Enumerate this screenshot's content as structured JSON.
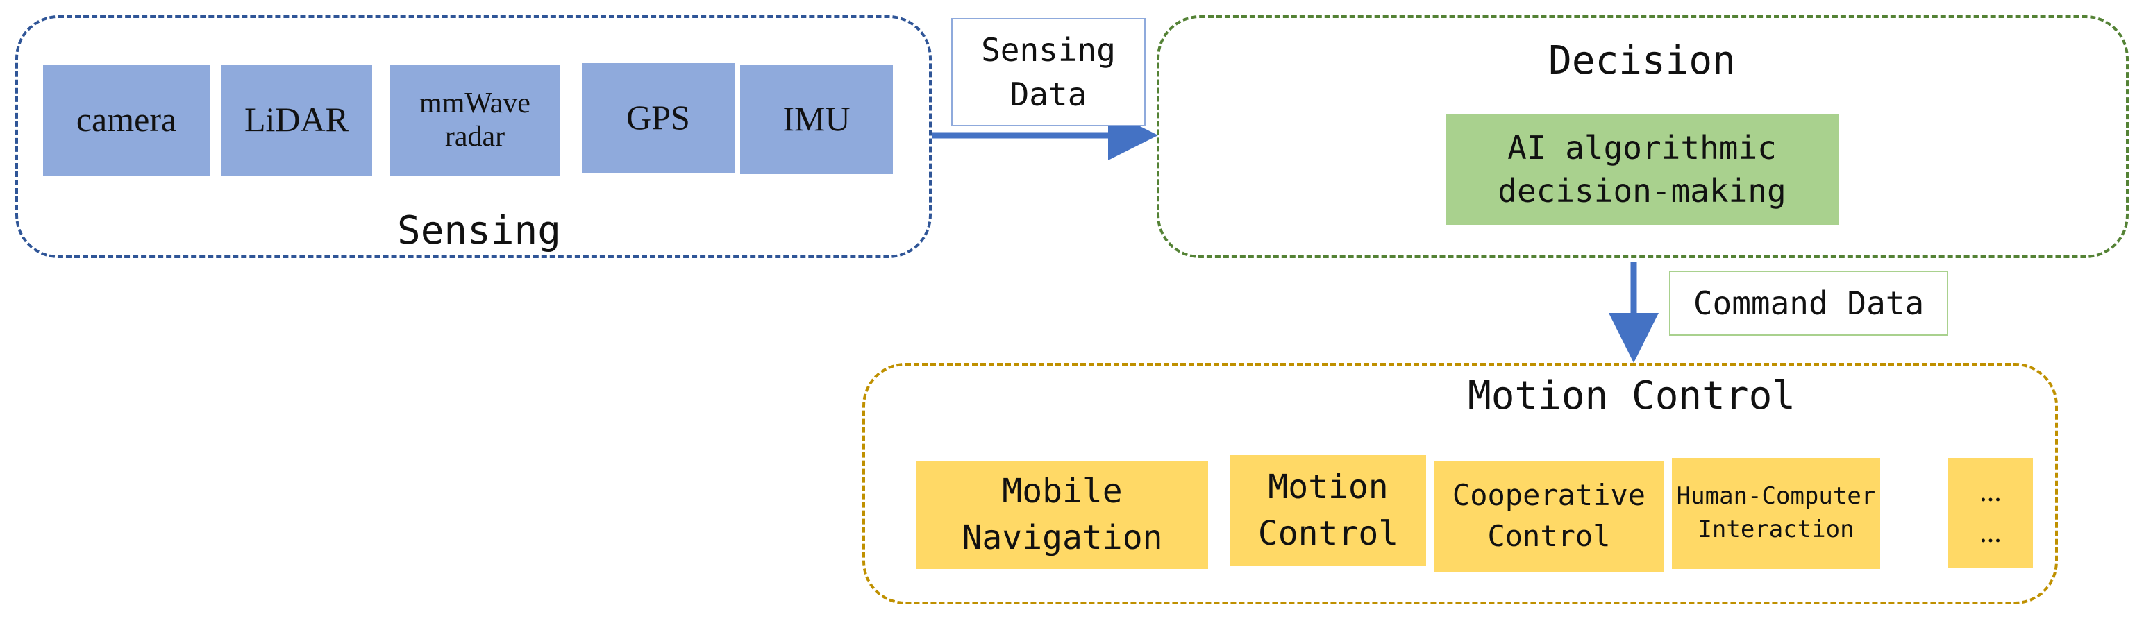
{
  "sensing": {
    "title": "Sensing",
    "sensors": [
      {
        "label": "camera"
      },
      {
        "label": "LiDAR"
      },
      {
        "label": "mmWave\nradar"
      },
      {
        "label": "GPS"
      },
      {
        "label": "IMU"
      }
    ]
  },
  "edge_sensing_data": {
    "label": "Sensing\nData"
  },
  "decision": {
    "title": "Decision",
    "module": "AI algorithmic\ndecision-making"
  },
  "edge_command_data": {
    "label": "Command Data"
  },
  "motion": {
    "title": "Motion Control",
    "items": [
      {
        "label": "Mobile\nNavigation"
      },
      {
        "label": "Motion\nControl"
      },
      {
        "label": "Cooperative\nControl"
      },
      {
        "label": "Human-Computer\nInteraction"
      },
      {
        "label": "...\n..."
      }
    ]
  },
  "colors": {
    "sensing_border": "#2f5597",
    "sensor_fill": "#8faadc",
    "decision_border": "#548235",
    "decision_fill": "#a9d18e",
    "motion_border": "#bf9000",
    "motion_fill": "#ffd966",
    "arrow": "#4472c4"
  }
}
